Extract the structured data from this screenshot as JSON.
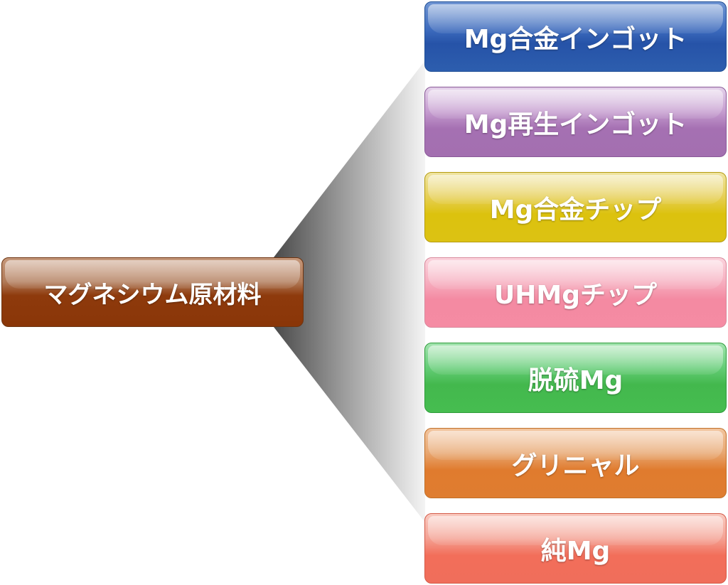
{
  "diagram": {
    "source": {
      "label": "マグネシウム原材料",
      "color": "#8e3a0c"
    },
    "targets": [
      {
        "label": "Mg合金インゴット",
        "color": "#2653a8"
      },
      {
        "label": "Mg再生インゴット",
        "color": "#a570b2"
      },
      {
        "label": "Mg合金チップ",
        "color": "#dcc20e"
      },
      {
        "label": "UHMgチップ",
        "color": "#f48aa2"
      },
      {
        "label": "脱硫Mg",
        "color": "#43b84d"
      },
      {
        "label": "グリニャル",
        "color": "#e07b2e"
      },
      {
        "label": "純Mg",
        "color": "#f26e5a"
      }
    ]
  }
}
